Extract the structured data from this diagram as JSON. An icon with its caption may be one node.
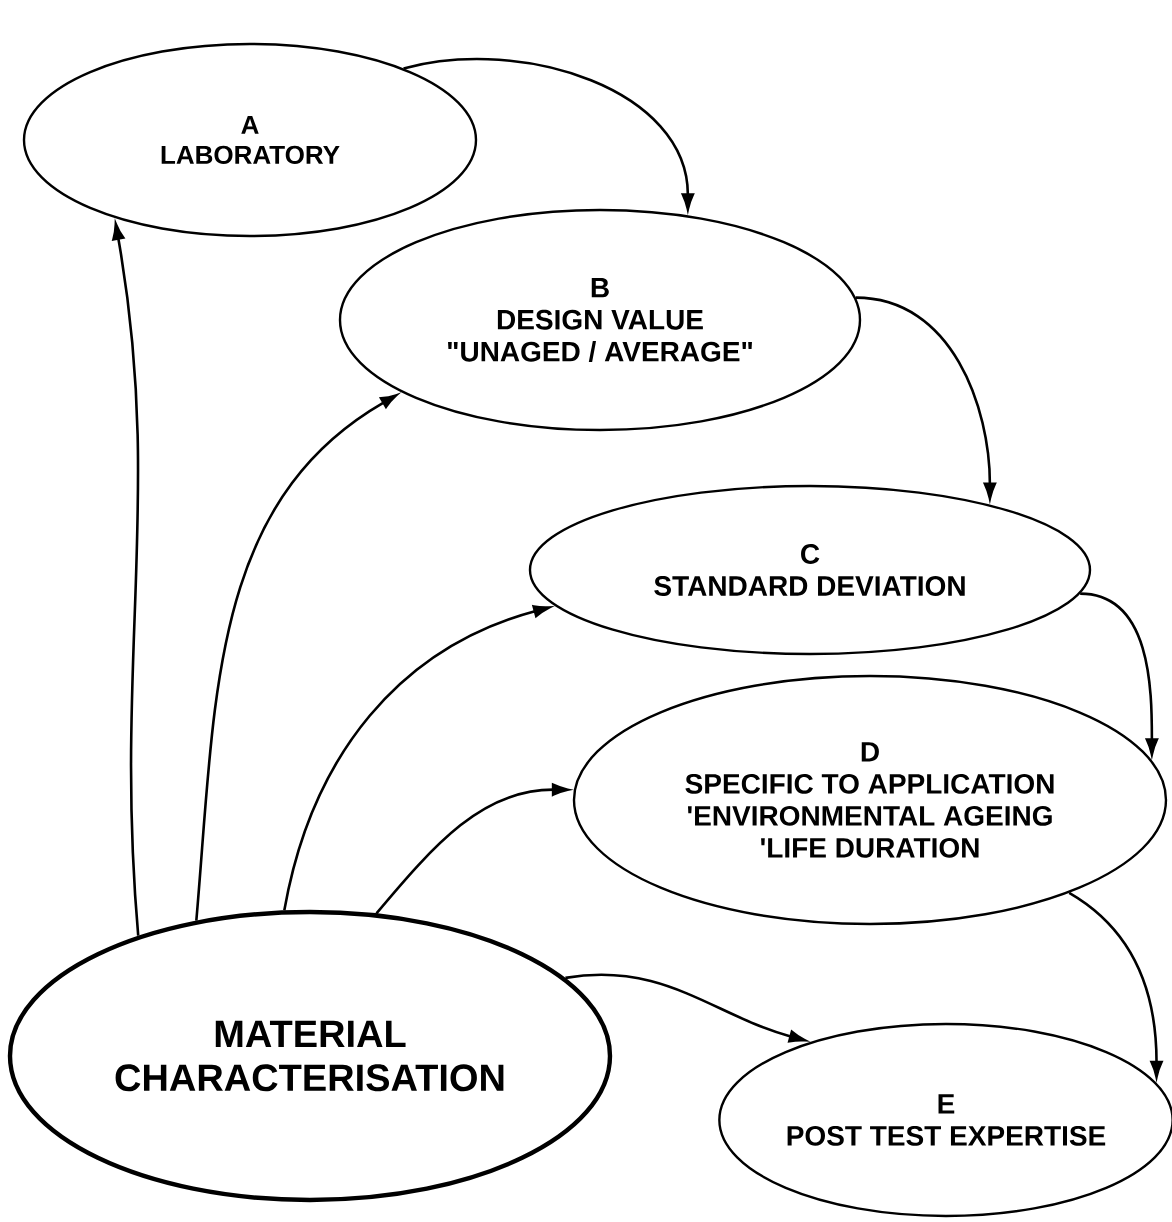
{
  "diagram": {
    "nodes": [
      {
        "text": [
          "A",
          "LABORATORY"
        ]
      },
      {
        "text": [
          "B",
          "DESIGN VALUE",
          "\"UNAGED / AVERAGE\""
        ]
      },
      {
        "text": [
          "C",
          "STANDARD DEVIATION"
        ]
      },
      {
        "text": [
          "D",
          "SPECIFIC TO APPLICATION",
          "'ENVIRONMENTAL AGEING",
          "'LIFE DURATION"
        ]
      },
      {
        "text": [
          "E",
          "POST TEST EXPERTISE"
        ]
      },
      {
        "text": [
          "MATERIAL CHARACTERISATION"
        ]
      }
    ],
    "edges": [
      {
        "from": 0,
        "to": 1,
        "arrow": "to"
      },
      {
        "from": 1,
        "to": 2,
        "arrow": "to"
      },
      {
        "from": 2,
        "to": 3,
        "arrow": "to"
      },
      {
        "from": 3,
        "to": 4,
        "arrow": "to"
      },
      {
        "from": 5,
        "to": 0,
        "arrow": "to"
      },
      {
        "from": 5,
        "to": 1,
        "arrow": "to"
      },
      {
        "from": 5,
        "to": 2,
        "arrow": "to"
      },
      {
        "from": 5,
        "to": 3,
        "arrow": "to"
      },
      {
        "from": 5,
        "to": 4,
        "arrow": "to"
      }
    ]
  }
}
